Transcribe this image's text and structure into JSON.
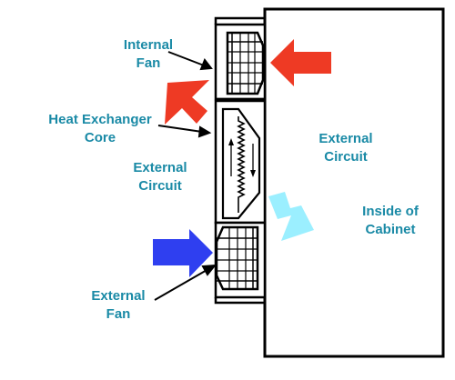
{
  "labels": {
    "internal_fan": "Internal\nFan",
    "heat_exchanger_core": "Heat Exchanger\nCore",
    "external_circuit_left": "External\nCircuit",
    "external_circuit_right": "External\nCircuit",
    "inside_of_cabinet": "Inside of\nCabinet",
    "external_fan": "External\nFan"
  },
  "colors": {
    "label_text": "#1a8aa6",
    "line": "#000000",
    "arrow_hot": "#ee3a24",
    "arrow_cool_in": "#2f3ff0",
    "arrow_cool_out": "#9befff"
  },
  "icons": {
    "internal_fan": "fan-icon",
    "external_fan": "fan-icon",
    "core": "heat-exchanger-core-icon"
  }
}
